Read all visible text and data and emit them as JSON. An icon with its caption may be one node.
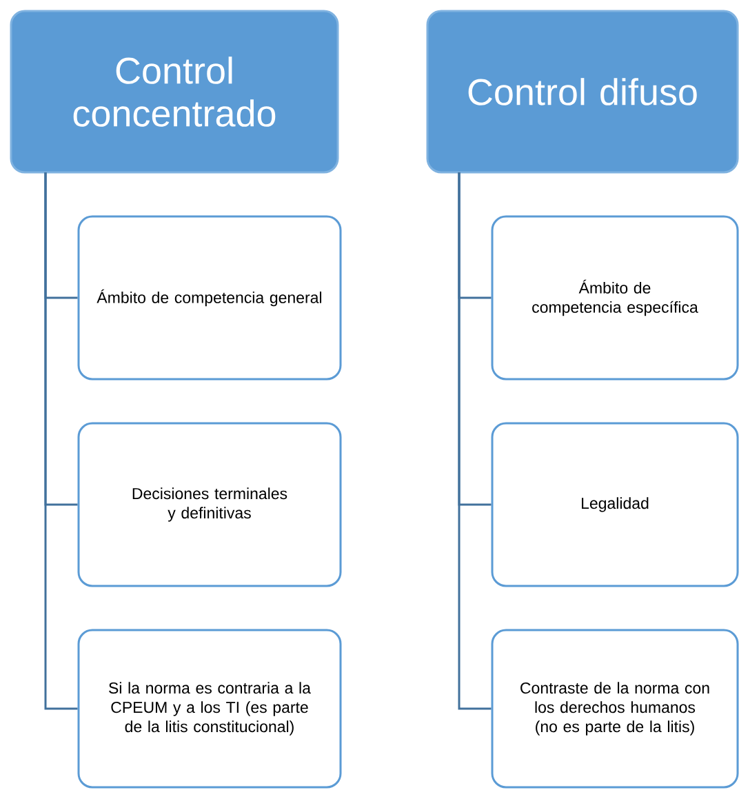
{
  "diagram": {
    "nodes": [
      {
        "text": [
          "Control concentrado"
        ]
      },
      {
        "text": [
          "Ámbito de competencia general"
        ]
      },
      {
        "text": [
          "Decisiones terminales y definitivas"
        ]
      },
      {
        "text": [
          "Si la norma es contraria a la CPEUM y a los TI (es parte de la litis constitucional)"
        ]
      },
      {
        "text": [
          "Control difuso"
        ]
      },
      {
        "text": [
          "Ámbito de competencia específica"
        ]
      },
      {
        "text": [
          "Legalidad"
        ]
      },
      {
        "text": [
          "Contraste de la norma con los derechos humanos (no es parte de la litis)"
        ]
      }
    ],
    "edges": [
      {
        "from": 0,
        "to": 1,
        "arrow": "none"
      },
      {
        "from": 0,
        "to": 2,
        "arrow": "none"
      },
      {
        "from": 0,
        "to": 3,
        "arrow": "none"
      },
      {
        "from": 4,
        "to": 5,
        "arrow": "none"
      },
      {
        "from": 4,
        "to": 6,
        "arrow": "none"
      },
      {
        "from": 4,
        "to": 7,
        "arrow": "none"
      }
    ]
  }
}
